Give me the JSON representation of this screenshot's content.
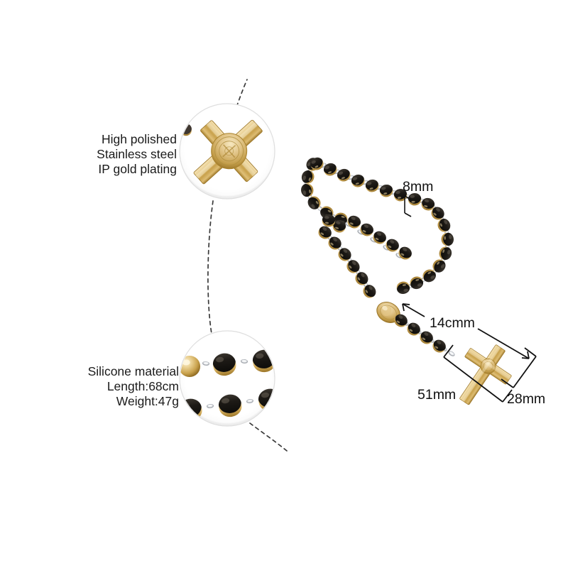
{
  "product": {
    "name": "black-gold-bead-rosary-necklace",
    "background_color": "#ffffff"
  },
  "callouts": [
    {
      "id": "material-finish",
      "lines": [
        "High polished",
        "Stainless steel",
        "IP gold plating"
      ],
      "detail": "gold-cross-pendant-closeup"
    },
    {
      "id": "material-specs",
      "lines": [
        "Silicone material",
        "Length:68cm",
        "Weight:47g"
      ],
      "detail": "beads-chain-closeup"
    }
  ],
  "callout_top": {
    "line1": "High polished",
    "line2": "Stainless steel",
    "line3": "IP gold plating"
  },
  "callout_bottom": {
    "line1": "Silicone material",
    "line2": "Length:68cm",
    "line3": "Weight:47g"
  },
  "dimensions": {
    "bead_diameter": "8mm",
    "drop_length": "14cmm",
    "cross_height": "51mm",
    "cross_width": "28mm"
  },
  "colors": {
    "gold_light": "#f0d79a",
    "gold_mid": "#d4ae5e",
    "gold_dark": "#a8822f",
    "bead_black": "#191613",
    "link_silver": "#b9bcc0",
    "line_black": "#111111",
    "circle_edge": "#d8d8d8"
  }
}
